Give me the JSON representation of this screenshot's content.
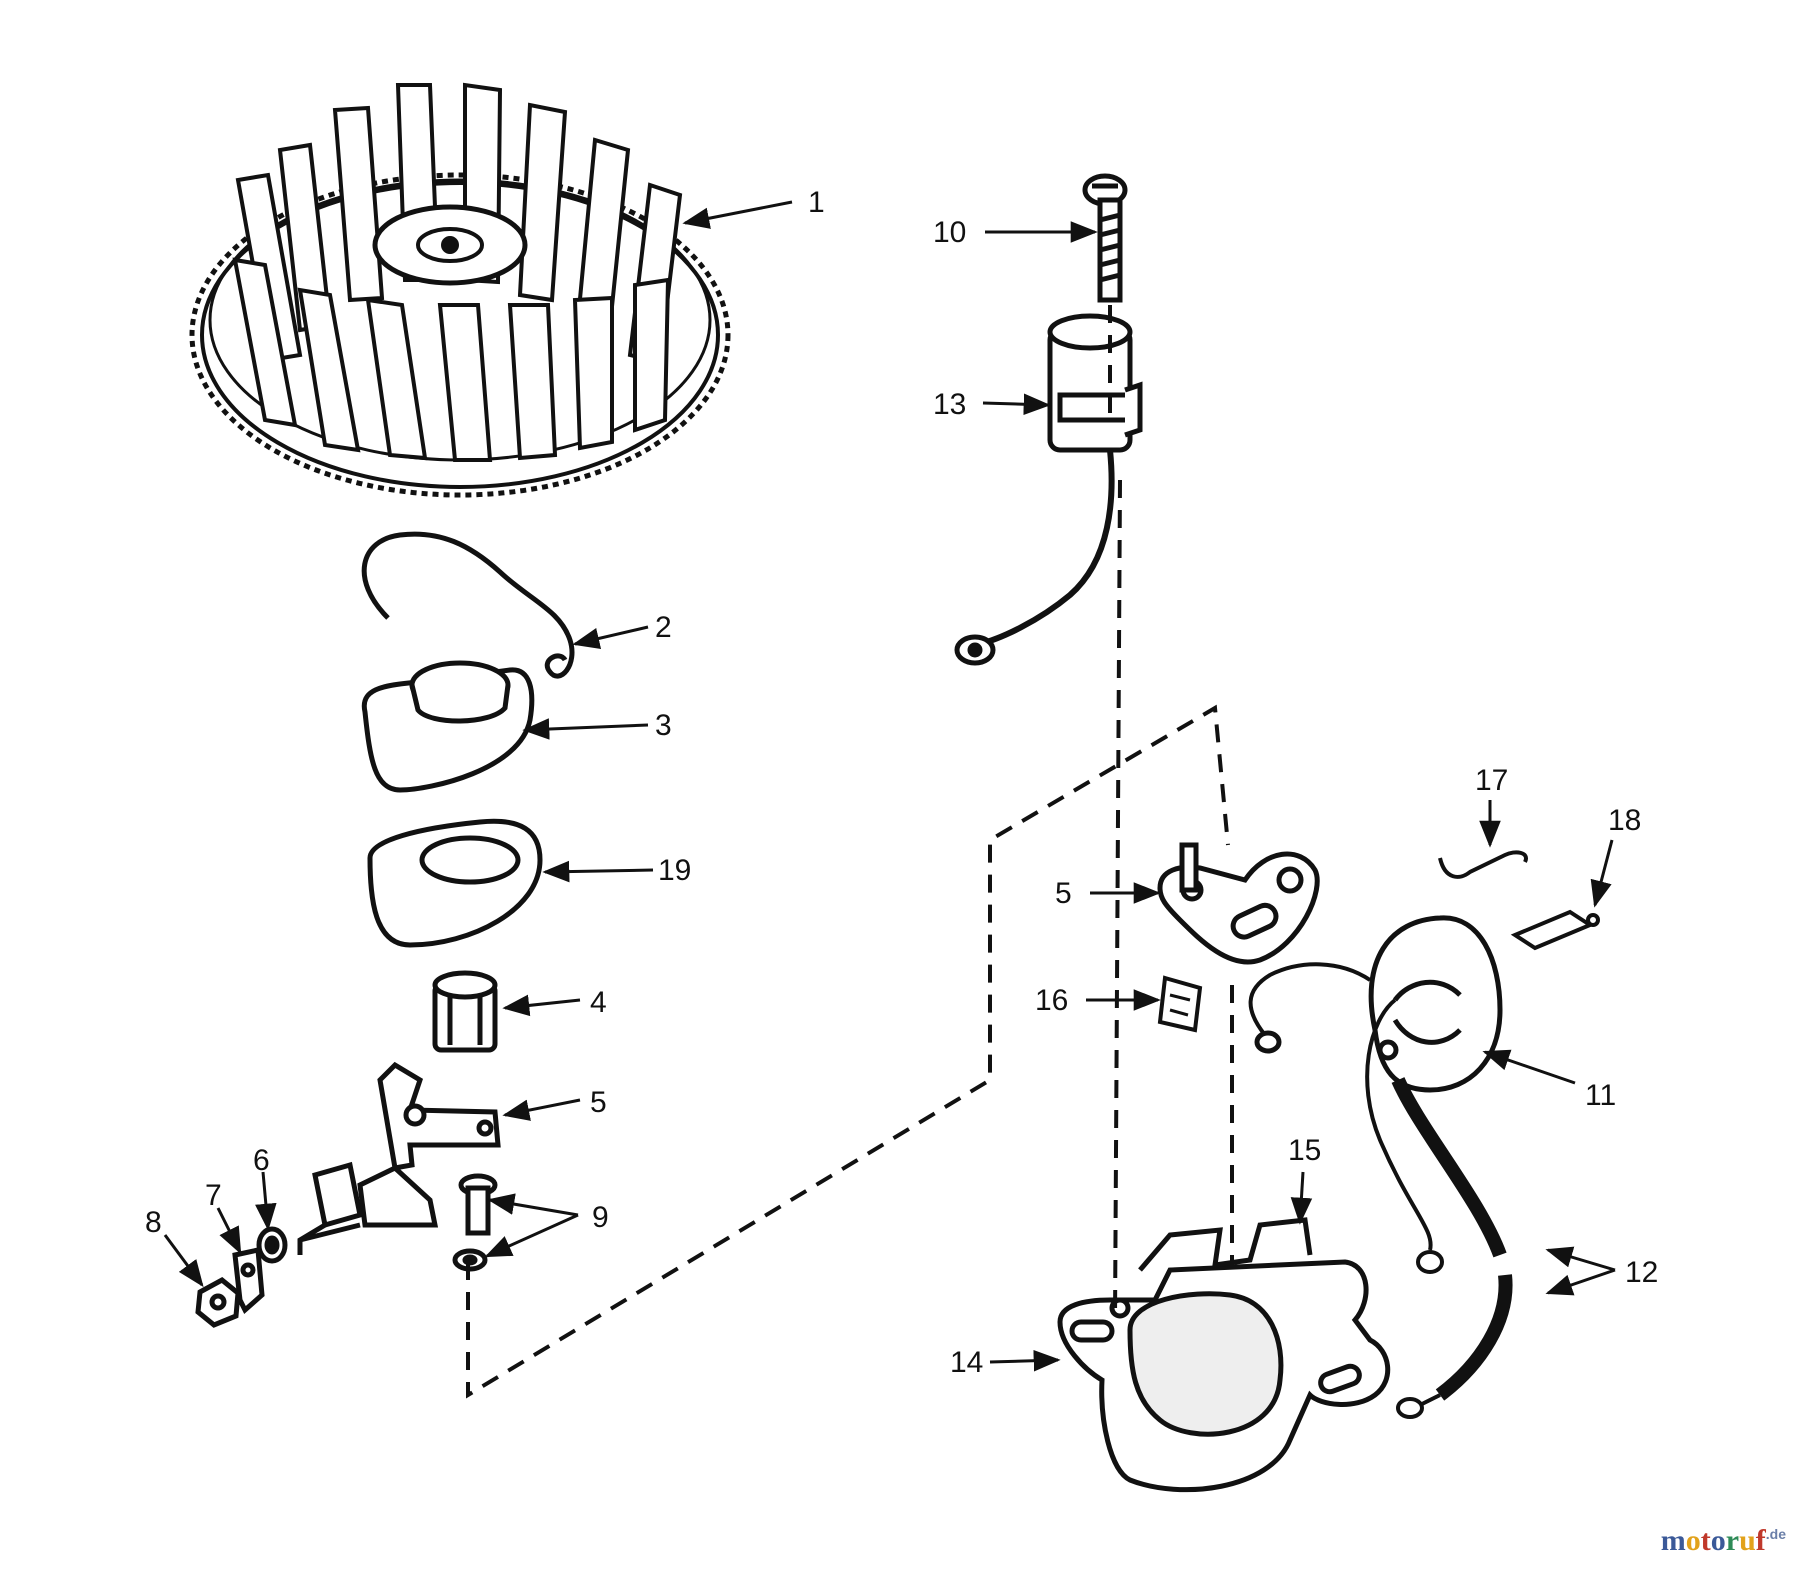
{
  "diagram": {
    "callouts": [
      {
        "id": "1",
        "label": "1"
      },
      {
        "id": "2",
        "label": "2"
      },
      {
        "id": "3",
        "label": "3"
      },
      {
        "id": "19",
        "label": "19"
      },
      {
        "id": "4",
        "label": "4"
      },
      {
        "id": "5a",
        "label": "5"
      },
      {
        "id": "6",
        "label": "6"
      },
      {
        "id": "7",
        "label": "7"
      },
      {
        "id": "8",
        "label": "8"
      },
      {
        "id": "9",
        "label": "9"
      },
      {
        "id": "10",
        "label": "10"
      },
      {
        "id": "13",
        "label": "13"
      },
      {
        "id": "5b",
        "label": "5"
      },
      {
        "id": "16",
        "label": "16"
      },
      {
        "id": "17",
        "label": "17"
      },
      {
        "id": "18",
        "label": "18"
      },
      {
        "id": "11",
        "label": "11"
      },
      {
        "id": "15",
        "label": "15"
      },
      {
        "id": "12",
        "label": "12"
      },
      {
        "id": "14",
        "label": "14"
      }
    ]
  },
  "watermark": {
    "letters": [
      "m",
      "o",
      "t",
      "o",
      "r",
      "u",
      "f"
    ],
    "colors": [
      "#3b5998",
      "#e2a21b",
      "#c0392b",
      "#3b5998",
      "#2e8b57",
      "#e2a21b",
      "#c0392b"
    ],
    "suffix": ".de"
  }
}
